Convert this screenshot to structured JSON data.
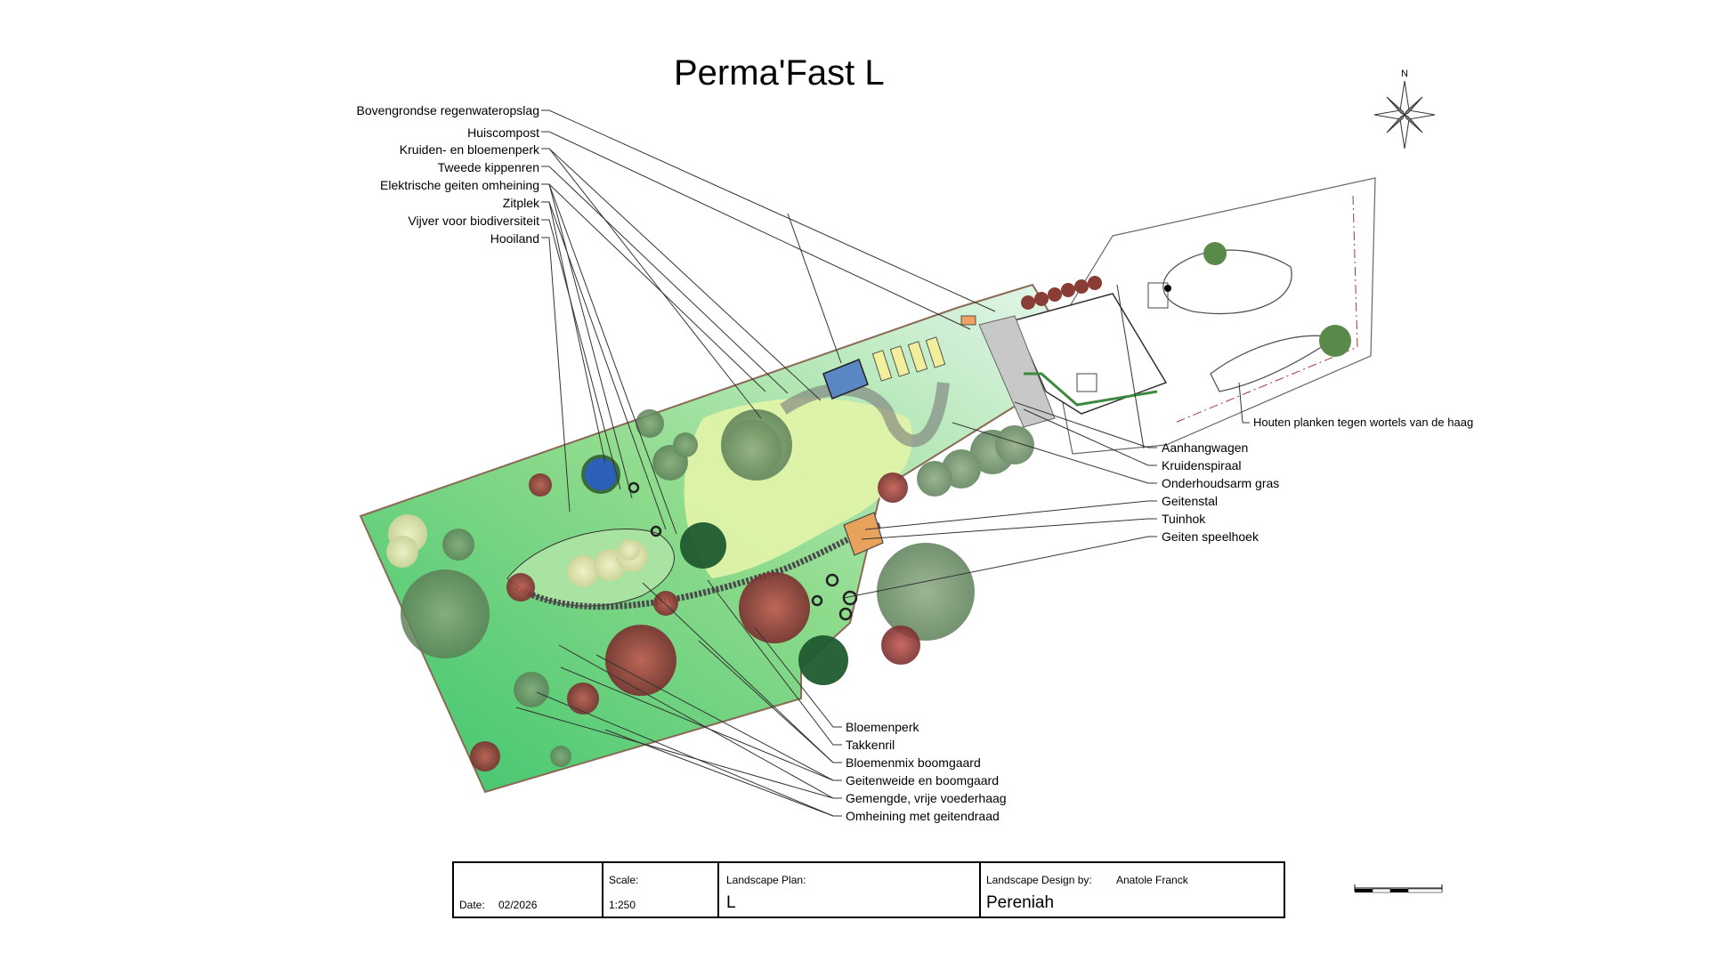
{
  "title": "Perma'Fast L",
  "compass_label": "N",
  "labels_left": [
    "Bovengrondse regenwateropslag",
    "Huiscompost",
    "Kruiden- en bloemenperk",
    "Tweede kippenren",
    "Elektrische geiten omheining",
    "Zitplek",
    "Vijver voor biodiversiteit",
    "Hooiland"
  ],
  "labels_right": [
    "Aanhangwagen",
    "Kruidenspiraal",
    "Onderhoudsarm gras",
    "Geitenstal",
    "Tuinhok",
    "Geiten speelhoek"
  ],
  "labels_bottom": [
    "Bloemenperk",
    "Takkenril",
    "Bloemenmix boomgaard",
    "Geitenweide en boomgaard",
    "Gemengde, vrije voederhaag",
    "Omheining met geitendraad"
  ],
  "label_hedge": "Houten planken tegen wortels van de haag",
  "title_block": {
    "date_label": "Date:",
    "date_value": "02/2026",
    "scale_label": "Scale:",
    "scale_value": "1:250",
    "plan_label": "Landscape Plan:",
    "plan_value": "L",
    "design_label": "Landscape Design by:",
    "designer": "Anatole Franck",
    "company": "Pereniah"
  },
  "colors": {
    "lawn": "#8fdc8a",
    "meadow": "#d9f0a8",
    "tree_dark": "#2e6b3a",
    "tree_red": "#a33a3a",
    "pond": "#2b5fb8"
  }
}
